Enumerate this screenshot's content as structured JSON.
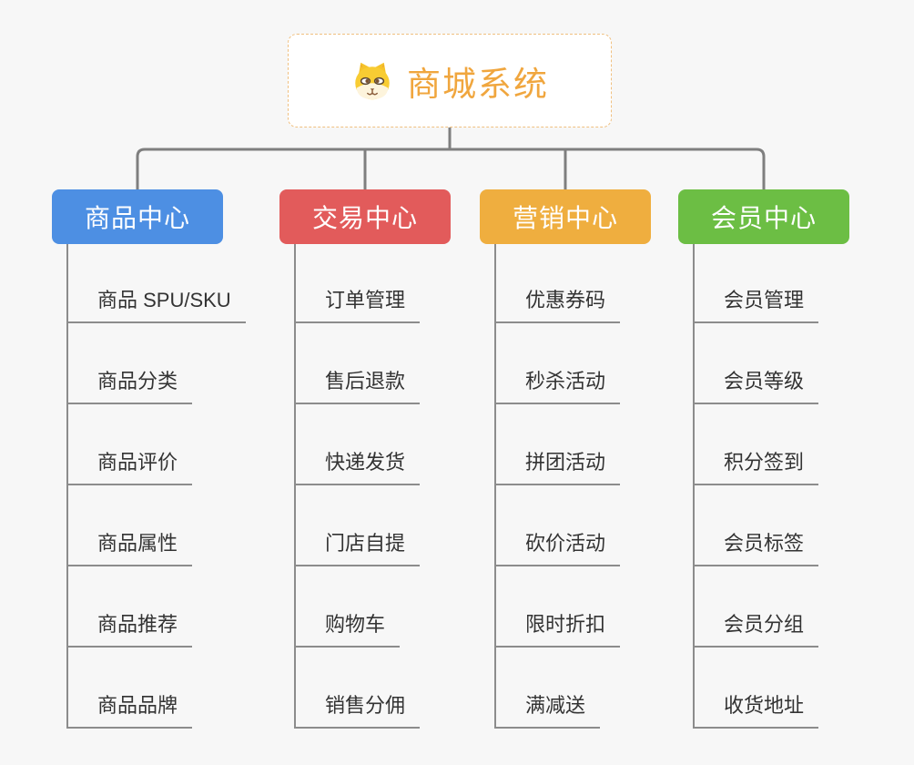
{
  "root": {
    "title": "商城系统",
    "icon": "dog-face-icon",
    "title_color": "#F0A63E",
    "border_color": "#F0C080"
  },
  "branches": [
    {
      "label": "商品中心",
      "color": "#4D8FE3",
      "children": [
        "商品 SPU/SKU",
        "商品分类",
        "商品评价",
        "商品属性",
        "商品推荐",
        "商品品牌"
      ]
    },
    {
      "label": "交易中心",
      "color": "#E25B5B",
      "children": [
        "订单管理",
        "售后退款",
        "快递发货",
        "门店自提",
        "购物车",
        "销售分佣"
      ]
    },
    {
      "label": "营销中心",
      "color": "#EFAE3F",
      "children": [
        "优惠券码",
        "秒杀活动",
        "拼团活动",
        "砍价活动",
        "限时折扣",
        "满减送"
      ]
    },
    {
      "label": "会员中心",
      "color": "#6CBE44",
      "children": [
        "会员管理",
        "会员等级",
        "积分签到",
        "会员标签",
        "会员分组",
        "收货地址"
      ]
    }
  ],
  "style": {
    "background": "#F7F7F7",
    "connector_color": "#7F7F7F",
    "underline_color": "#8C8C8C",
    "child_text_color": "#333333"
  }
}
